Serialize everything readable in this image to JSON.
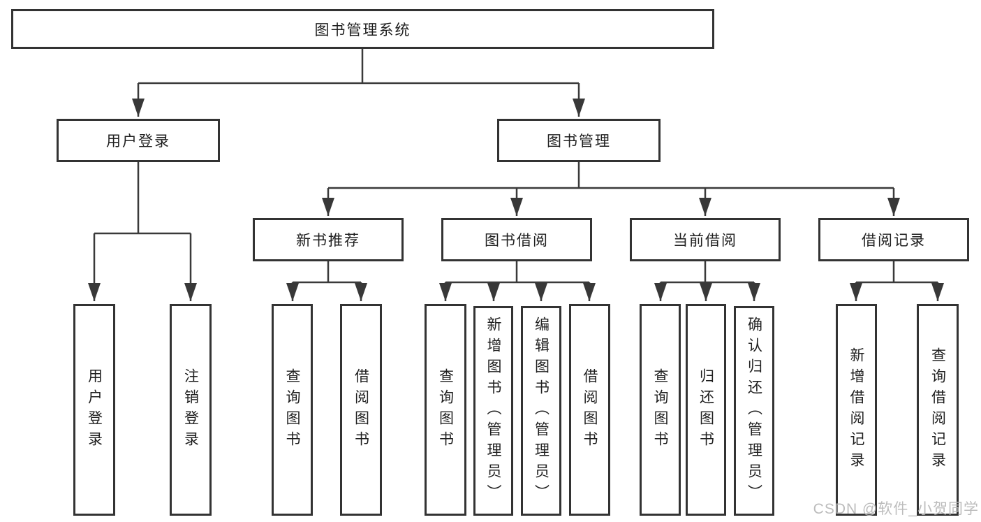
{
  "diagram": {
    "root": {
      "label": "图书管理系统"
    },
    "branches": [
      {
        "label": "用户登录",
        "children": [
          {
            "label": "用户登录"
          },
          {
            "label": "注销登录"
          }
        ]
      },
      {
        "label": "图书管理",
        "children": [
          {
            "label": "新书推荐",
            "children": [
              {
                "label": "查询图书"
              },
              {
                "label": "借阅图书"
              }
            ]
          },
          {
            "label": "图书借阅",
            "children": [
              {
                "label": "查询图书"
              },
              {
                "label": "新增图书（管理员）"
              },
              {
                "label": "编辑图书（管理员）"
              },
              {
                "label": "借阅图书"
              }
            ]
          },
          {
            "label": "当前借阅",
            "children": [
              {
                "label": "查询图书"
              },
              {
                "label": "归还图书"
              },
              {
                "label": "确认归还（管理员）"
              }
            ]
          },
          {
            "label": "借阅记录",
            "children": [
              {
                "label": "新增借阅记录"
              },
              {
                "label": "查询借阅记录"
              }
            ]
          }
        ]
      }
    ]
  },
  "watermark": {
    "text": "CSDN @软件_小贺同学"
  },
  "colors": {
    "line": "#3a3a3a",
    "border": "#333333",
    "text": "#1f1f1f",
    "background": "#ffffff",
    "watermark": "#b8b8b8"
  }
}
